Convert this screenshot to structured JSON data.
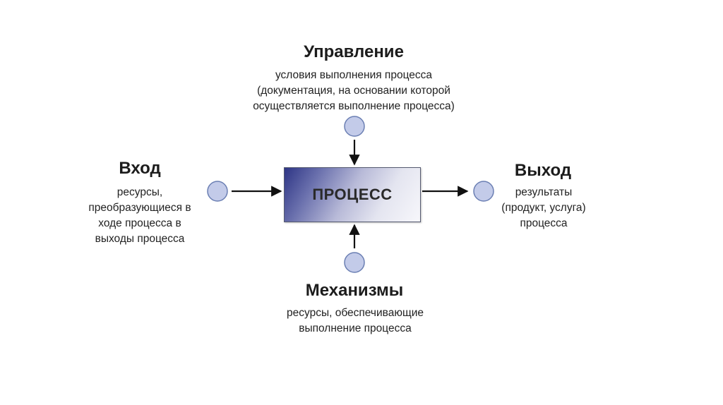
{
  "process": {
    "label": "ПРОЦЕСС"
  },
  "control": {
    "heading": "Управление",
    "lines": [
      "условия выполнения процесса",
      "(документация, на основании которой",
      "осуществляется выполнение процесса)"
    ]
  },
  "input": {
    "heading": "Вход",
    "lines": [
      "ресурсы,",
      "преобразующиеся в",
      "ходе процесса в",
      "выходы процесса"
    ]
  },
  "output": {
    "heading": "Выход",
    "lines": [
      "результаты",
      "(продукт, услуга)",
      "процесса"
    ]
  },
  "mechanisms": {
    "heading": "Механизмы",
    "lines": [
      "ресурсы, обеспечивающие",
      "выполнение процесса"
    ]
  },
  "colors": {
    "node_fill": "#c3cbe9",
    "node_stroke": "#6b7fb3",
    "arrow": "#111111",
    "box_dark": "#2e3585",
    "box_light": "#f7f7fb"
  }
}
